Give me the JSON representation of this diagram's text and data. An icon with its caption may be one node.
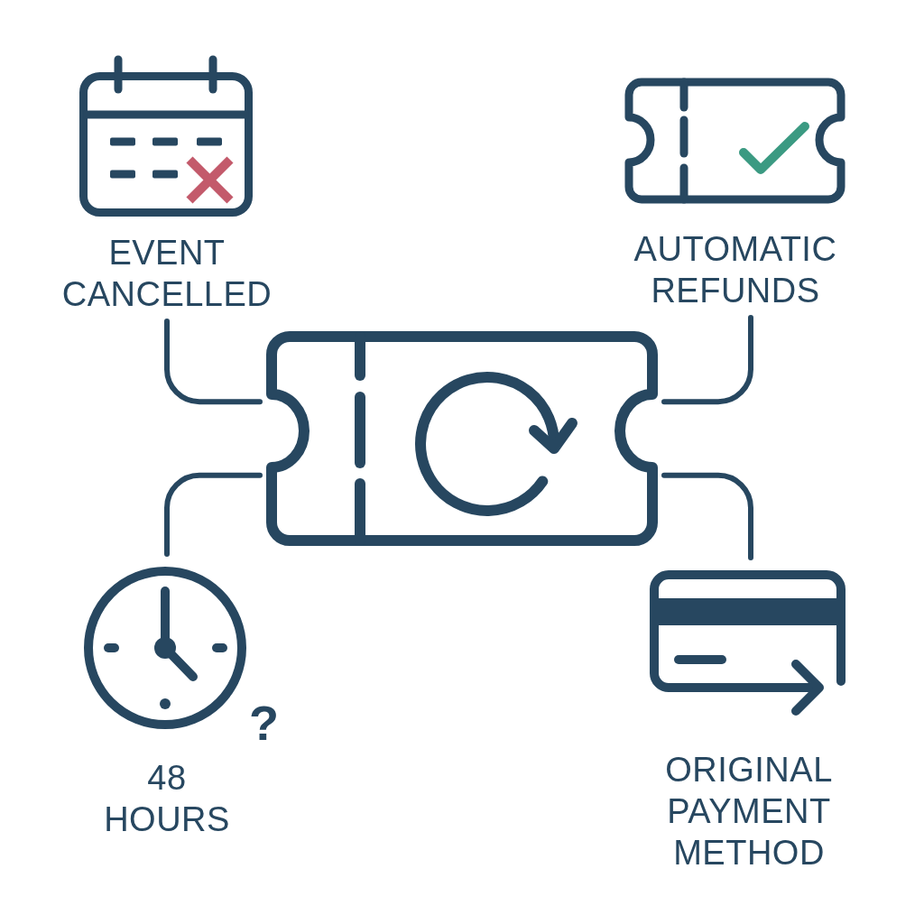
{
  "diagram": {
    "nodes": [
      {
        "text": [
          "EVENT CANCELLED"
        ]
      },
      {
        "text": [
          "AUTOMATIC REFUNDS"
        ]
      },
      {
        "text": [],
        "shape": "picture"
      },
      {
        "text": [
          "48 HOURS"
        ],
        "beside": [
          "?"
        ]
      },
      {
        "text": [
          "ORIGINAL PAYMENT METHOD"
        ]
      }
    ],
    "edges": [
      {
        "from": 0,
        "to": 2,
        "arrow": "none"
      },
      {
        "from": 1,
        "to": 2,
        "arrow": "none"
      },
      {
        "from": 3,
        "to": 2,
        "arrow": "none"
      },
      {
        "from": 4,
        "to": 2,
        "arrow": "none"
      }
    ]
  }
}
